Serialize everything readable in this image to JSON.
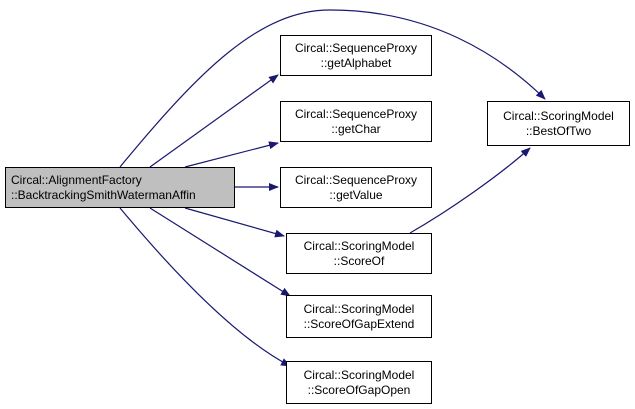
{
  "colors": {
    "edge": "#191970",
    "root_fill": "#bfbfbf",
    "node_fill": "#ffffff",
    "border": "#000000"
  },
  "nodes": [
    {
      "id": "root",
      "line1": "Circal::AlignmentFactory",
      "line2": "::BacktrackingSmithWatermanAffin"
    },
    {
      "id": "getAlphabet",
      "line1": "Circal::SequenceProxy",
      "line2": "::getAlphabet"
    },
    {
      "id": "getChar",
      "line1": "Circal::SequenceProxy",
      "line2": "::getChar"
    },
    {
      "id": "getValue",
      "line1": "Circal::SequenceProxy",
      "line2": "::getValue"
    },
    {
      "id": "ScoreOf",
      "line1": "Circal::ScoringModel",
      "line2": "::ScoreOf"
    },
    {
      "id": "ScoreOfGapExtend",
      "line1": "Circal::ScoringModel",
      "line2": "::ScoreOfGapExtend"
    },
    {
      "id": "ScoreOfGapOpen",
      "line1": "Circal::ScoringModel",
      "line2": "::ScoreOfGapOpen"
    },
    {
      "id": "BestOfTwo",
      "line1": "Circal::ScoringModel",
      "line2": "::BestOfTwo"
    }
  ],
  "edges": [
    {
      "from": "root",
      "to": "BestOfTwo"
    },
    {
      "from": "root",
      "to": "getAlphabet"
    },
    {
      "from": "root",
      "to": "getChar"
    },
    {
      "from": "root",
      "to": "getValue"
    },
    {
      "from": "root",
      "to": "ScoreOf"
    },
    {
      "from": "root",
      "to": "ScoreOfGapExtend"
    },
    {
      "from": "root",
      "to": "ScoreOfGapOpen"
    },
    {
      "from": "ScoreOf",
      "to": "BestOfTwo"
    }
  ]
}
